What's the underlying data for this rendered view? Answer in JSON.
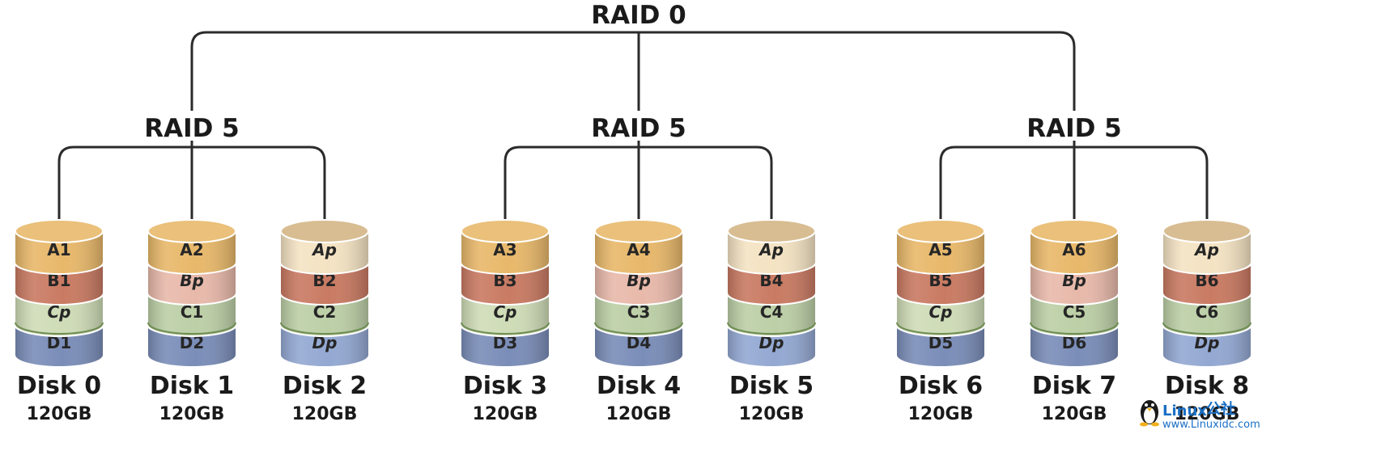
{
  "top_level": {
    "label": "RAID 0"
  },
  "groups": [
    {
      "label": "RAID 5",
      "disks": [
        {
          "name": "Disk 0",
          "size": "120GB",
          "blocks": [
            {
              "label": "A1",
              "kind": "A",
              "parity": false
            },
            {
              "label": "B1",
              "kind": "B",
              "parity": false
            },
            {
              "label": "Cp",
              "kind": "C",
              "parity": true
            },
            {
              "label": "D1",
              "kind": "D",
              "parity": false
            }
          ]
        },
        {
          "name": "Disk 1",
          "size": "120GB",
          "blocks": [
            {
              "label": "A2",
              "kind": "A",
              "parity": false
            },
            {
              "label": "Bp",
              "kind": "B",
              "parity": true
            },
            {
              "label": "C1",
              "kind": "C",
              "parity": false
            },
            {
              "label": "D2",
              "kind": "D",
              "parity": false
            }
          ]
        },
        {
          "name": "Disk 2",
          "size": "120GB",
          "blocks": [
            {
              "label": "Ap",
              "kind": "A",
              "parity": true
            },
            {
              "label": "B2",
              "kind": "B",
              "parity": false
            },
            {
              "label": "C2",
              "kind": "C",
              "parity": false
            },
            {
              "label": "Dp",
              "kind": "D",
              "parity": true
            }
          ]
        }
      ]
    },
    {
      "label": "RAID 5",
      "disks": [
        {
          "name": "Disk 3",
          "size": "120GB",
          "blocks": [
            {
              "label": "A3",
              "kind": "A",
              "parity": false
            },
            {
              "label": "B3",
              "kind": "B",
              "parity": false
            },
            {
              "label": "Cp",
              "kind": "C",
              "parity": true
            },
            {
              "label": "D3",
              "kind": "D",
              "parity": false
            }
          ]
        },
        {
          "name": "Disk 4",
          "size": "120GB",
          "blocks": [
            {
              "label": "A4",
              "kind": "A",
              "parity": false
            },
            {
              "label": "Bp",
              "kind": "B",
              "parity": true
            },
            {
              "label": "C3",
              "kind": "C",
              "parity": false
            },
            {
              "label": "D4",
              "kind": "D",
              "parity": false
            }
          ]
        },
        {
          "name": "Disk 5",
          "size": "120GB",
          "blocks": [
            {
              "label": "Ap",
              "kind": "A",
              "parity": true
            },
            {
              "label": "B4",
              "kind": "B",
              "parity": false
            },
            {
              "label": "C4",
              "kind": "C",
              "parity": false
            },
            {
              "label": "Dp",
              "kind": "D",
              "parity": true
            }
          ]
        }
      ]
    },
    {
      "label": "RAID 5",
      "disks": [
        {
          "name": "Disk 6",
          "size": "120GB",
          "blocks": [
            {
              "label": "A5",
              "kind": "A",
              "parity": false
            },
            {
              "label": "B5",
              "kind": "B",
              "parity": false
            },
            {
              "label": "Cp",
              "kind": "C",
              "parity": true
            },
            {
              "label": "D5",
              "kind": "D",
              "parity": false
            }
          ]
        },
        {
          "name": "Disk 7",
          "size": "120GB",
          "blocks": [
            {
              "label": "A6",
              "kind": "A",
              "parity": false
            },
            {
              "label": "Bp",
              "kind": "B",
              "parity": true
            },
            {
              "label": "C5",
              "kind": "C",
              "parity": false
            },
            {
              "label": "D6",
              "kind": "D",
              "parity": false
            }
          ]
        },
        {
          "name": "Disk 8",
          "size": "120GB",
          "blocks": [
            {
              "label": "Ap",
              "kind": "A",
              "parity": true
            },
            {
              "label": "B6",
              "kind": "B",
              "parity": false
            },
            {
              "label": "C6",
              "kind": "C",
              "parity": false
            },
            {
              "label": "Dp",
              "kind": "D",
              "parity": true
            }
          ]
        }
      ]
    }
  ],
  "colors": {
    "A": {
      "band": "#e8b86a",
      "top": "#eac07a"
    },
    "Ap": {
      "band": "#f4e3c3",
      "top": "#d8bd92"
    },
    "B": {
      "band": "#c97a62",
      "top": "#c97a62"
    },
    "Bp": {
      "band": "#e8b9aa",
      "top": "#e8b9aa"
    },
    "C": {
      "band": "#bccfa6",
      "top": "#bccfa6"
    },
    "Cp": {
      "band": "#cfdcb7",
      "top": "#cfdcb7"
    },
    "D": {
      "band": "#7a8db8",
      "top": "#7a8db8"
    },
    "Dp": {
      "band": "#93a8d2",
      "top": "#93a8d2"
    },
    "divider": "#6f8d52",
    "connector": "#2b2b2b"
  },
  "watermark": {
    "brand": "Linux",
    "suffix": "公社",
    "url": "www.Linuxidc.com",
    "icon": "penguin-icon"
  }
}
